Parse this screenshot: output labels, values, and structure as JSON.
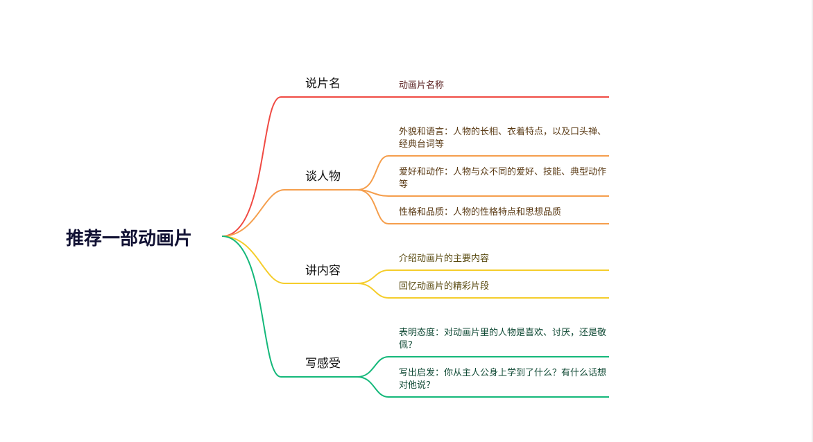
{
  "root": {
    "label": "推荐一部动画片"
  },
  "colors": {
    "red": "#f04a43",
    "orange": "#f59e4c",
    "yellow": "#f5cd2b",
    "green": "#14b87a"
  },
  "branches": [
    {
      "label": "说片名",
      "leaves": [
        "动画片名称"
      ]
    },
    {
      "label": "谈人物",
      "leaves": [
        "外貌和语言：人物的长相、衣着特点，以及口头禅、经典台词等",
        "爱好和动作：人物与众不同的爱好、技能、典型动作等",
        "性格和品质：人物的性格特点和思想品质"
      ]
    },
    {
      "label": "讲内容",
      "leaves": [
        "介绍动画片的主要内容",
        "回忆动画片的精彩片段"
      ]
    },
    {
      "label": "写感受",
      "leaves": [
        "表明态度：对动画片里的人物是喜欢、讨厌，还是敬佩？",
        "写出启发：你从主人公身上学到了什么？有什么话想对他说？"
      ]
    }
  ]
}
